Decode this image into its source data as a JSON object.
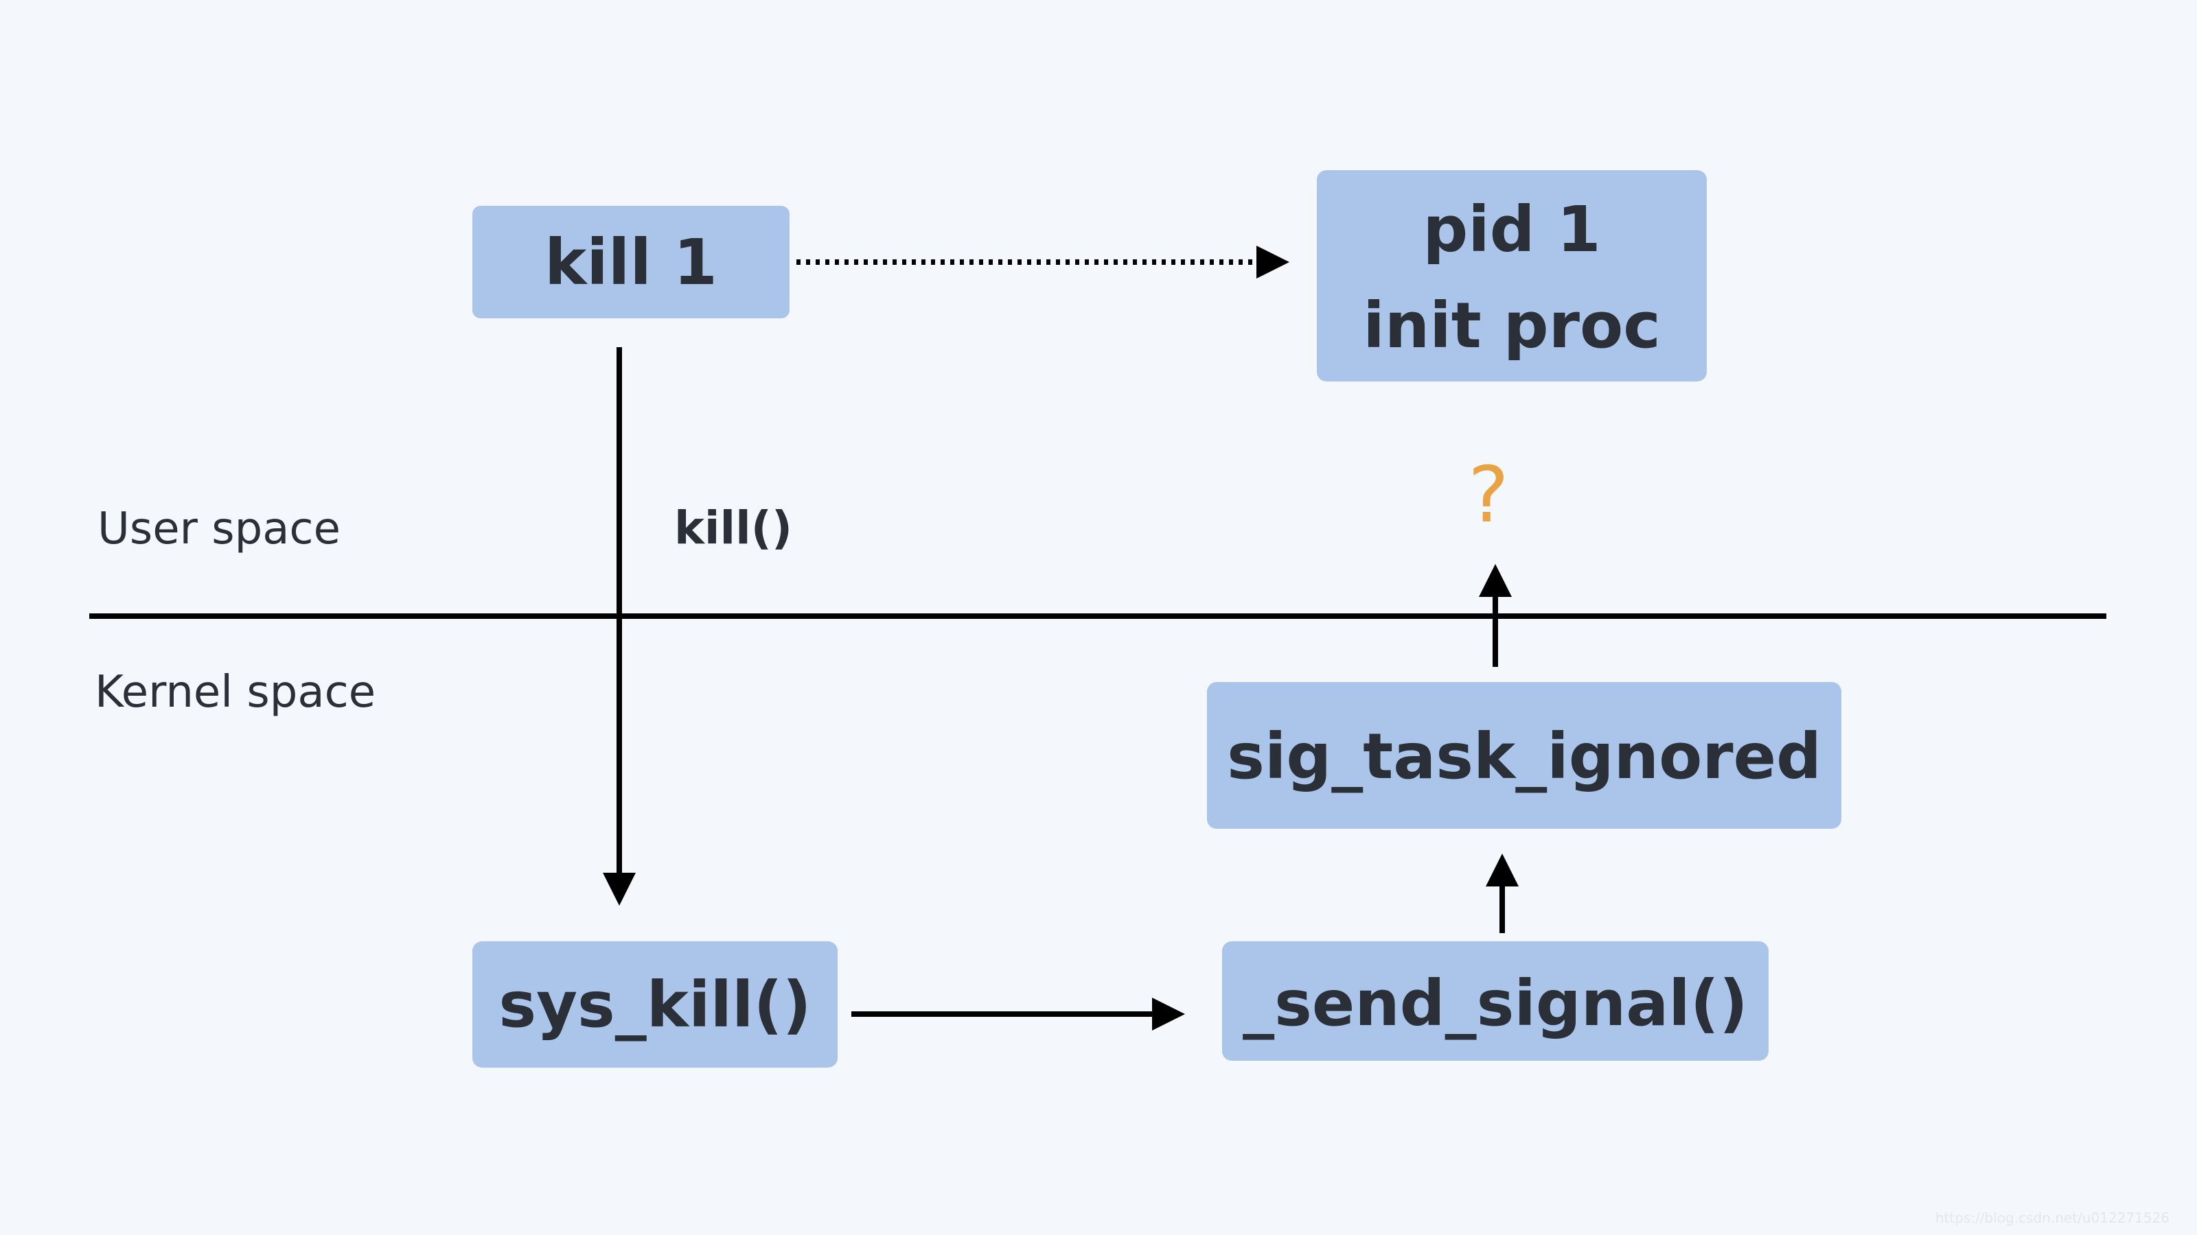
{
  "nodes": {
    "kill1": {
      "label": "kill 1"
    },
    "pid1": {
      "line1": "pid 1",
      "line2": "init proc"
    },
    "sys_kill": {
      "label": "sys_kill()"
    },
    "send_signal": {
      "label": "_send_signal()"
    },
    "sig_task_ignored": {
      "label": "sig_task_ignored"
    }
  },
  "regions": {
    "user_space": "User space",
    "kernel_space": "Kernel space"
  },
  "edges": {
    "kill_call_label": "kill()",
    "unknown_result_label": "?"
  },
  "watermark": "https://blog.csdn.net/u012271526",
  "colors": {
    "background": "#f4f7fc",
    "node_fill": "#aac4ea",
    "text": "#2b2f38",
    "question_mark": "#e8a444",
    "lines": "#000000"
  }
}
